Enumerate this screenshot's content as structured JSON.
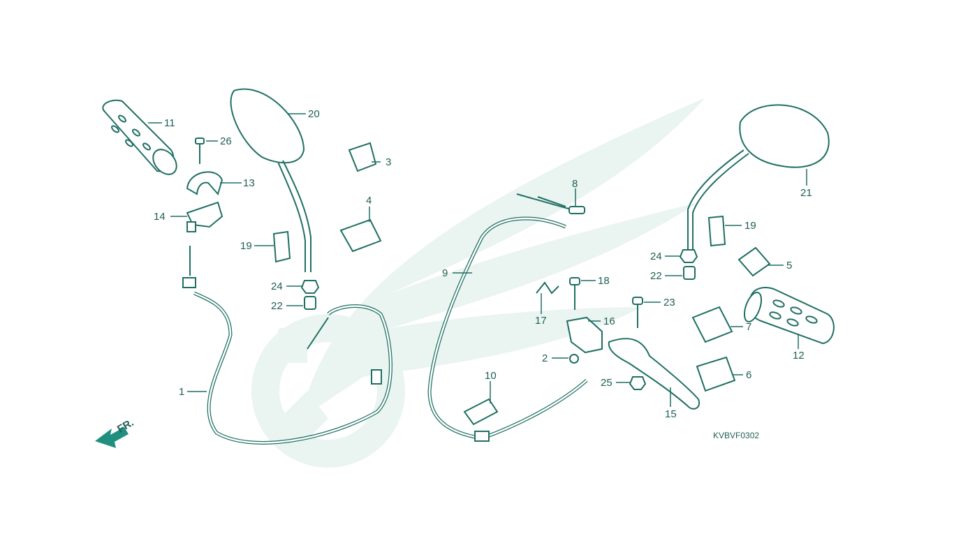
{
  "diagram": {
    "code": "KVBVF0302",
    "direction_label": "FR.",
    "callouts": [
      "1",
      "2",
      "3",
      "4",
      "5",
      "6",
      "7",
      "8",
      "9",
      "10",
      "11",
      "12",
      "13",
      "14",
      "15",
      "16",
      "17",
      "18",
      "19",
      "19",
      "20",
      "21",
      "22",
      "22",
      "23",
      "24",
      "24",
      "25",
      "26"
    ]
  },
  "colors": {
    "ink": "#1f6f63",
    "watermark": "#e8f3ef",
    "background": "#ffffff"
  }
}
